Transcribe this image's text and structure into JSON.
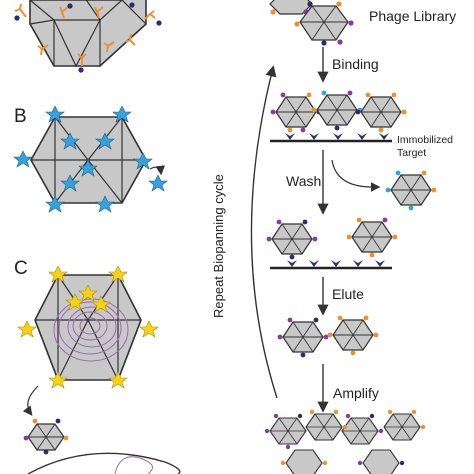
{
  "panels": {
    "b": "B",
    "c": "C"
  },
  "library_title": "Phage Library",
  "steps": {
    "binding": "Binding",
    "wash": "Wash",
    "elute": "Elute",
    "amplify": "Amplify"
  },
  "target_label": {
    "line1": "Immobilized",
    "line2": "Target"
  },
  "cycle_label": "Repeat Biopanning cycle",
  "colors": {
    "capsid_fill": "#c8c8c8",
    "capsid_stroke": "#333333",
    "ligand_orange": "#e8913a",
    "ligand_navy": "#2b2d6e",
    "ligand_purple": "#8a3a9a",
    "ligand_blue": "#3ba0d8",
    "star_yellow": "#f4d21c",
    "star_blue": "#2f8fd0",
    "coil_purple": "#9b6ab0",
    "target_navy": "#2d2f6a"
  }
}
